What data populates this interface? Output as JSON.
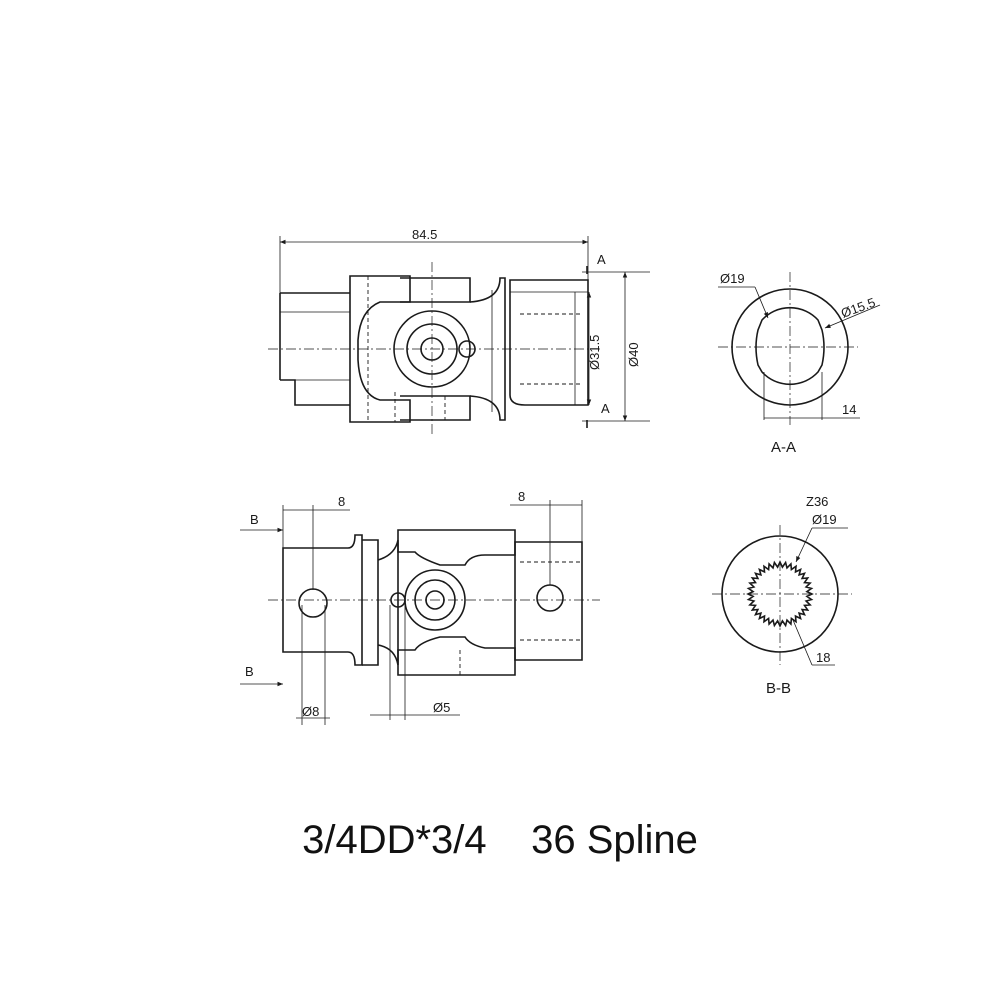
{
  "caption": {
    "model": "3/4DD*3/4",
    "spline": "36 Spline"
  },
  "views": {
    "front": {
      "overall_length": "84.5",
      "inner_diameter": "Ø31.5",
      "outer_diameter": "Ø40",
      "section_marker_top": "A",
      "section_marker_bottom": "A"
    },
    "section_aa": {
      "label": "A-A",
      "bore_diameter": "Ø19",
      "flat_diameter": "Ø15.5",
      "flat_width": "14"
    },
    "side": {
      "left_offset": "8",
      "right_offset": "8",
      "pin_hole": "Ø8",
      "small_hole": "Ø5",
      "section_marker_top": "B",
      "section_marker_bottom": "B"
    },
    "section_bb": {
      "label": "B-B",
      "teeth": "Z36",
      "outer_diameter": "Ø19",
      "root_diameter": "18"
    }
  }
}
